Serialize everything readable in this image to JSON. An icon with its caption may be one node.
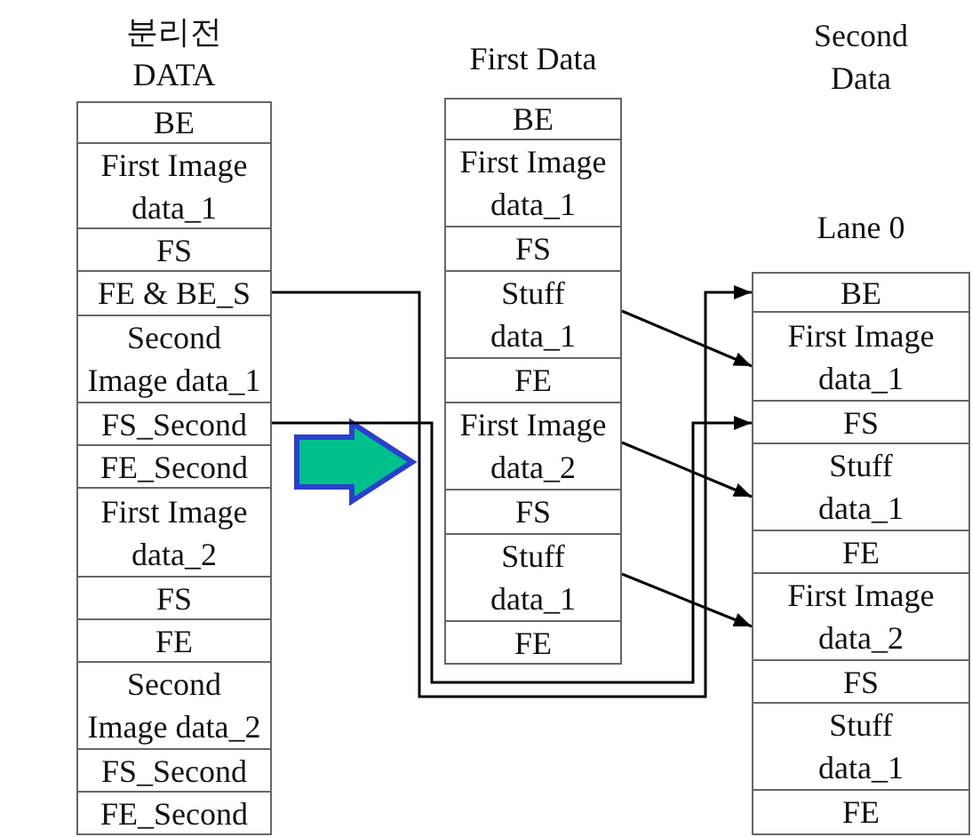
{
  "diagram": {
    "nodes": [
      {
        "text": [
          "분리전 DATA"
        ]
      },
      {
        "text": [
          "BE"
        ],
        "in": 0
      },
      {
        "text": [
          "First Image data_1"
        ],
        "in": 0
      },
      {
        "text": [
          "FS"
        ],
        "in": 0
      },
      {
        "text": [
          "FE & BE_S"
        ],
        "in": 0
      },
      {
        "text": [
          "Second Image data_1"
        ],
        "in": 0
      },
      {
        "text": [
          "FS_Second"
        ],
        "in": 0
      },
      {
        "text": [
          "FE_Second"
        ],
        "in": 0
      },
      {
        "text": [
          "First Image data_2"
        ],
        "in": 0
      },
      {
        "text": [
          "FS"
        ],
        "in": 0
      },
      {
        "text": [
          "FE"
        ],
        "in": 0
      },
      {
        "text": [
          "Second Image data_2"
        ],
        "in": 0
      },
      {
        "text": [
          "FS_Second"
        ],
        "in": 0
      },
      {
        "text": [
          "FE_Second"
        ],
        "in": 0
      },
      {
        "text": [
          "First Data"
        ]
      },
      {
        "text": [
          "BE"
        ],
        "in": 14
      },
      {
        "text": [
          "First Image data_1"
        ],
        "in": 14
      },
      {
        "text": [
          "FS"
        ],
        "in": 14
      },
      {
        "text": [
          "Stuff data_1"
        ],
        "in": 14
      },
      {
        "text": [
          "FE"
        ],
        "in": 14
      },
      {
        "text": [
          "First Image data_2"
        ],
        "in": 14
      },
      {
        "text": [
          "FS"
        ],
        "in": 14
      },
      {
        "text": [
          "Stuff data_1"
        ],
        "in": 14
      },
      {
        "text": [
          "FE"
        ],
        "in": 14
      },
      {
        "text": [
          "Second Data",
          "Lane 0"
        ]
      },
      {
        "text": [
          "BE"
        ],
        "in": 24
      },
      {
        "text": [
          "First Image data_1"
        ],
        "in": 24
      },
      {
        "text": [
          "FS"
        ],
        "in": 24
      },
      {
        "text": [
          "Stuff data_1"
        ],
        "in": 24
      },
      {
        "text": [
          "FE"
        ],
        "in": 24
      },
      {
        "text": [
          "First Image data_2"
        ],
        "in": 24
      },
      {
        "text": [
          "FS"
        ],
        "in": 24
      },
      {
        "text": [
          "Stuff data_1"
        ],
        "in": 24
      },
      {
        "text": [
          "FE"
        ],
        "in": 24
      }
    ],
    "edges": [
      {
        "from": 0,
        "to": 14,
        "arrow": "to",
        "style": "thick",
        "color": "#00c08b"
      },
      {
        "from": 4,
        "to": 25,
        "arrow": "to"
      },
      {
        "from": 18,
        "to": 26,
        "arrow": "to"
      },
      {
        "from": 6,
        "to": 27,
        "arrow": "to"
      },
      {
        "from": 20,
        "to": 28,
        "arrow": "to"
      },
      {
        "from": 22,
        "to": 30,
        "arrow": "to"
      }
    ]
  }
}
